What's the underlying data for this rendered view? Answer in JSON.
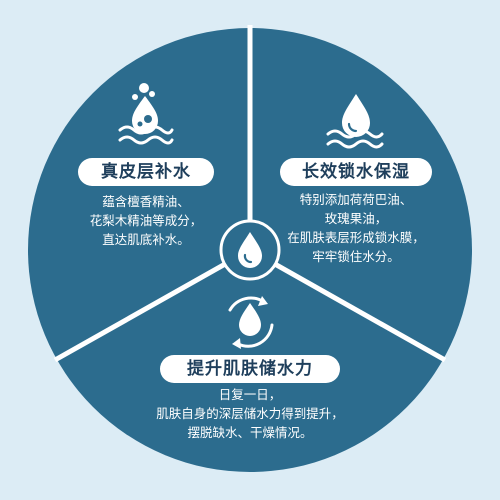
{
  "colors": {
    "background": "#dcecf5",
    "circle": "#2c6c8e",
    "divider": "#ffffff",
    "text": "#ffffff",
    "pill_bg": "#ffffff",
    "pill_text": "#1f3f5c"
  },
  "center": {
    "icon": "water-drop-icon"
  },
  "sections": [
    {
      "icon": "bubbling-drop-on-waves-icon",
      "title": "真皮层补水",
      "lines": [
        "蕴含檀香精油、",
        "花梨木精油等成分，",
        "直达肌底补水。"
      ]
    },
    {
      "icon": "water-drop-on-waves-icon",
      "title": "长效锁水保湿",
      "lines": [
        "特别添加荷荷巴油、",
        "玫瑰果油，",
        "在肌肤表层形成锁水膜，",
        "牢牢锁住水分。"
      ]
    },
    {
      "icon": "recycle-drop-icon",
      "title": "提升肌肤储水力",
      "lines": [
        "日复一日，",
        "肌肤自身的深层储水力得到提升，",
        "摆脱缺水、干燥情况。"
      ]
    }
  ]
}
